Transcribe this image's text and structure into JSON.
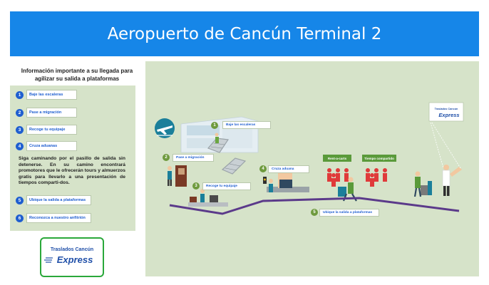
{
  "banner": {
    "title": "Aeropuerto de Cancún Terminal 2"
  },
  "intro": {
    "line1": "Información importante a su llegada para",
    "line2": "agilizar su salida a plataformas"
  },
  "steps": [
    {
      "num": "1",
      "label": "Baje las escaleras"
    },
    {
      "num": "2",
      "label": "Pase a migración"
    },
    {
      "num": "3",
      "label": "Recoge tu equipaje"
    },
    {
      "num": "4",
      "label": "Cruza aduanas"
    },
    {
      "num": "5",
      "label": "Ubique la salida a plataformas"
    },
    {
      "num": "6",
      "label": "Reconozca a nuestro anfitrión"
    }
  ],
  "paragraph": "Siga caminando por el pasillo de salida sin detenerse. En su camino encontrará promotores que le ofrecerán tours y almuerzos gratis para llevarlo a una presentación de tiempos comparti-dos.",
  "logo": {
    "top": "Traslados Cancún",
    "bottom": "Express"
  },
  "map": {
    "labels": [
      {
        "num": "1",
        "text": "Baje las escaleras"
      },
      {
        "num": "2",
        "text": "Pase a migración"
      },
      {
        "num": "3",
        "text": "Recoge tu equipaje"
      },
      {
        "num": "4",
        "text": "Cruza aduana"
      },
      {
        "num": "5",
        "text": "Ubique la salida a plataformas"
      }
    ],
    "zones": [
      "Rent-a-carts",
      "Tiempo compartido"
    ],
    "sign": {
      "top": "Traslados Cancún",
      "bottom": "Express"
    }
  },
  "colors": {
    "banner": "#1686e8",
    "panel": "#d6e3c9",
    "step_blue": "#1f5fd0",
    "step_green": "#6e9a3d",
    "path": "#5b3a8a",
    "promoter_red": "#e03a3a"
  }
}
